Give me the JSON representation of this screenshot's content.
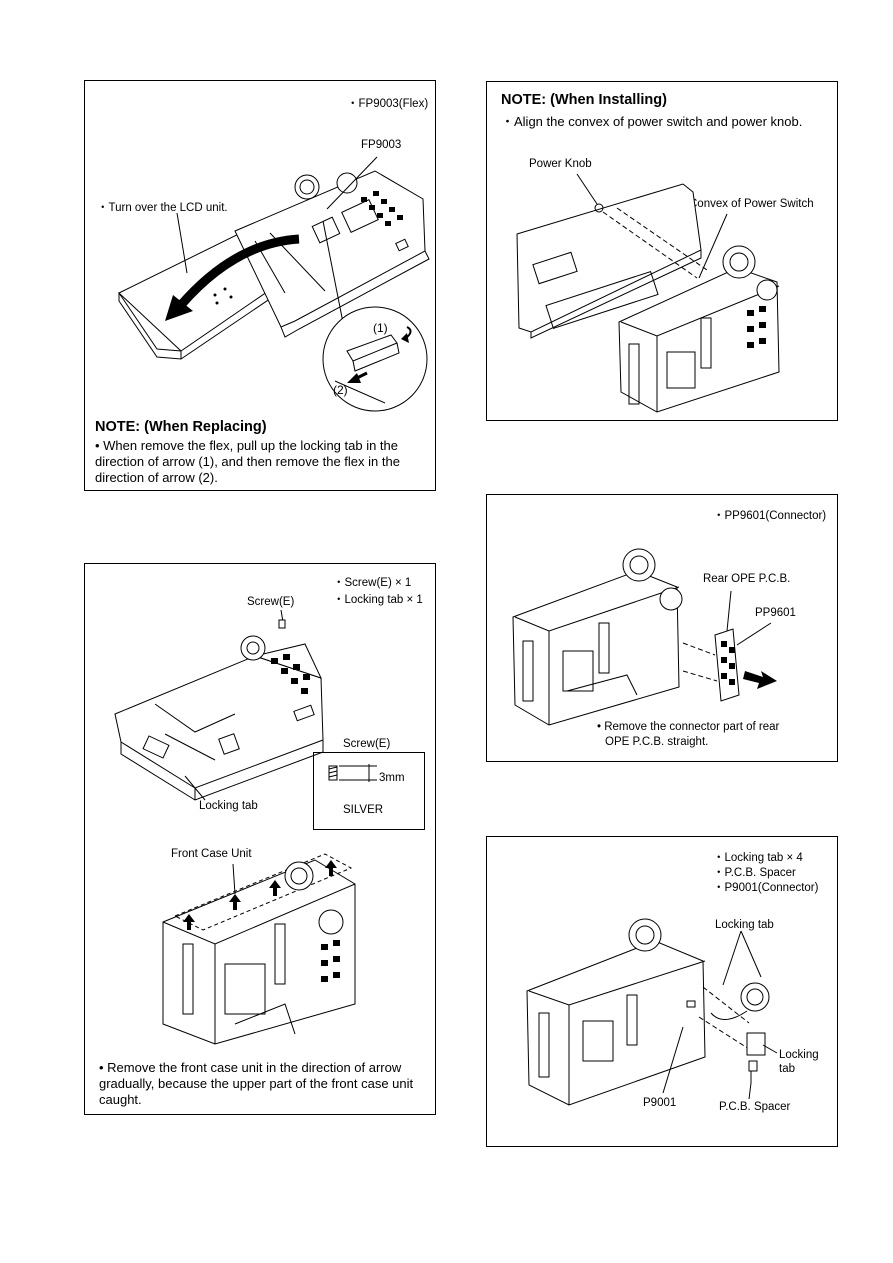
{
  "panel1": {
    "tag": "・FP9003(Flex)",
    "part_label": "FP9003",
    "turn_label": "・Turn over the LCD unit.",
    "arrow1": "(1)",
    "arrow2": "(2)",
    "note_title": "NOTE: (When Replacing)",
    "note_body": "• When remove the flex, pull up the locking tab in the direction of arrow (1), and then remove the flex in the direction of arrow (2)."
  },
  "panel2": {
    "tag1": "・Screw(E) × 1",
    "tag2": "・Locking tab × 1",
    "screw_label": "Screw(E)",
    "locking_label": "Locking tab",
    "screw_box_title": "Screw(E)",
    "screw_size": "3mm",
    "screw_color": "SILVER",
    "front_case_label": "Front Case Unit",
    "note_body": "• Remove the front case unit in the direction of arrow gradually, because the upper part of the front case unit caught."
  },
  "panel3": {
    "note_title": "NOTE: (When Installing)",
    "note_body": "・Align the convex of power switch and power knob.",
    "power_knob": "Power Knob",
    "convex_label": "Convex of Power Switch"
  },
  "panel4": {
    "tag": "・PP9601(Connector)",
    "rear_label": "Rear OPE P.C.B.",
    "part_label": "PP9601",
    "note_line1": "• Remove the connector part of rear",
    "note_line2": "OPE P.C.B. straight."
  },
  "panel5": {
    "tag1": "・Locking tab × 4",
    "tag2": "・P.C.B. Spacer",
    "tag3": "・P9001(Connector)",
    "locking_top": "Locking tab",
    "locking_side1": "Locking",
    "locking_side2": "tab",
    "p9001": "P9001",
    "spacer": "P.C.B. Spacer"
  }
}
